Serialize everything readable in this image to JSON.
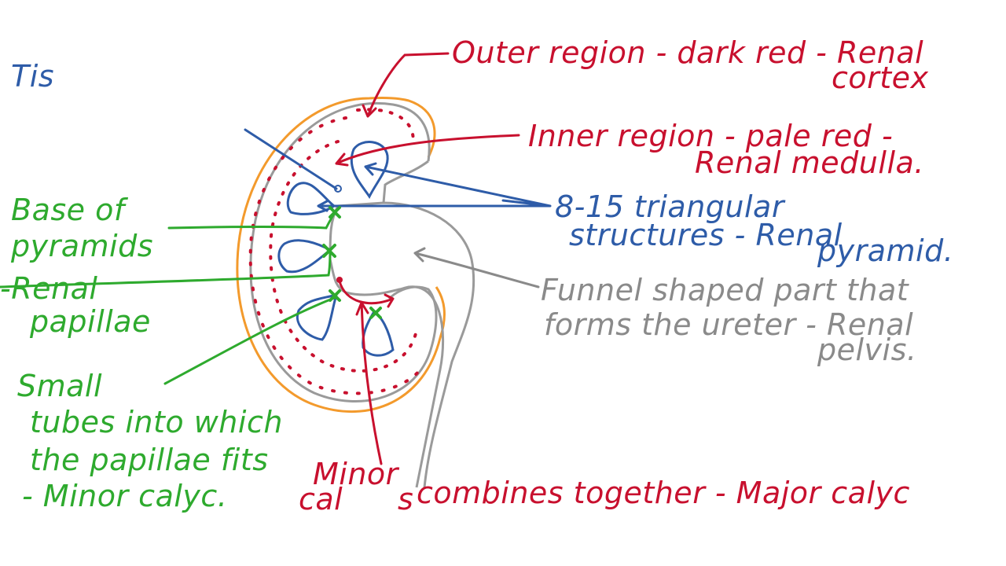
{
  "colors": {
    "red": "#c8102e",
    "blue": "#2e5ca8",
    "green": "#2eaa2e",
    "gray": "#8a8a8a",
    "orange": "#f39a2c"
  },
  "header": {
    "corner_text": "Tis"
  },
  "labels": {
    "cortex": {
      "line1": "Outer region - dark red - Renal",
      "line2": "cortex"
    },
    "medulla": {
      "line1": "Inner region - pale red -",
      "line2": "Renal medulla."
    },
    "pyramid": {
      "line1": "8-15 triangular",
      "line2": "structures - Renal",
      "line3": "pyramid."
    },
    "pelvis": {
      "line1": "Funnel shaped part that",
      "line2": "forms the ureter - Renal",
      "line3": "pelvis."
    },
    "papillae": {
      "line1": "Base of",
      "line2": "pyramids",
      "line3": "-Renal",
      "line4": "papillae"
    },
    "minor_calyx": {
      "line1": "Small",
      "line2": "tubes into which",
      "line3": "the papillae fits",
      "line4": "- Minor calyc."
    },
    "major_calyx": {
      "line1": "Minor",
      "line2_prefix": "cal",
      "line2_mid": "s",
      "line2_rest": "combines together - Major calyc"
    }
  }
}
